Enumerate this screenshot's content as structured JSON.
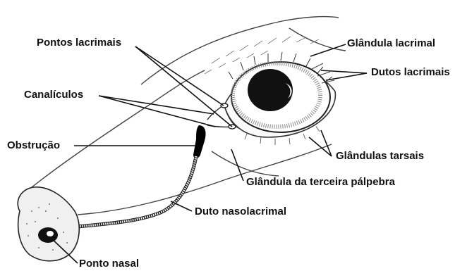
{
  "labels": {
    "pontos_lacrimais": "Pontos lacrimais",
    "canaliculos": "Canalículos",
    "obstrucao": "Obstrução",
    "ponto_nasal": "Ponto nasal",
    "glandula_lacrimal": "Glândula lacrimal",
    "dutos_lacrimais": "Dutos lacrimais",
    "glandulas_tarsais": "Glândulas tarsais",
    "glandula_terceira_palpebra": "Glândula da terceira pálpebra",
    "duto_nasolacrimal": "Duto nasolacrimal"
  },
  "colors": {
    "ink": "#111111",
    "sketch": "#555555",
    "background": "#ffffff"
  }
}
